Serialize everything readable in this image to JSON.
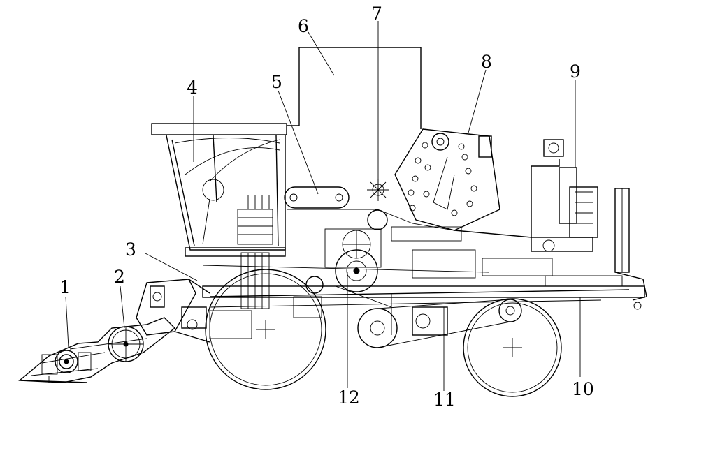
{
  "labels": [
    "1",
    "2",
    "3",
    "4",
    "5",
    "6",
    "7",
    "8",
    "9",
    "10",
    "11",
    "12"
  ],
  "colors": {
    "line": "#000000",
    "background": "#ffffff"
  }
}
